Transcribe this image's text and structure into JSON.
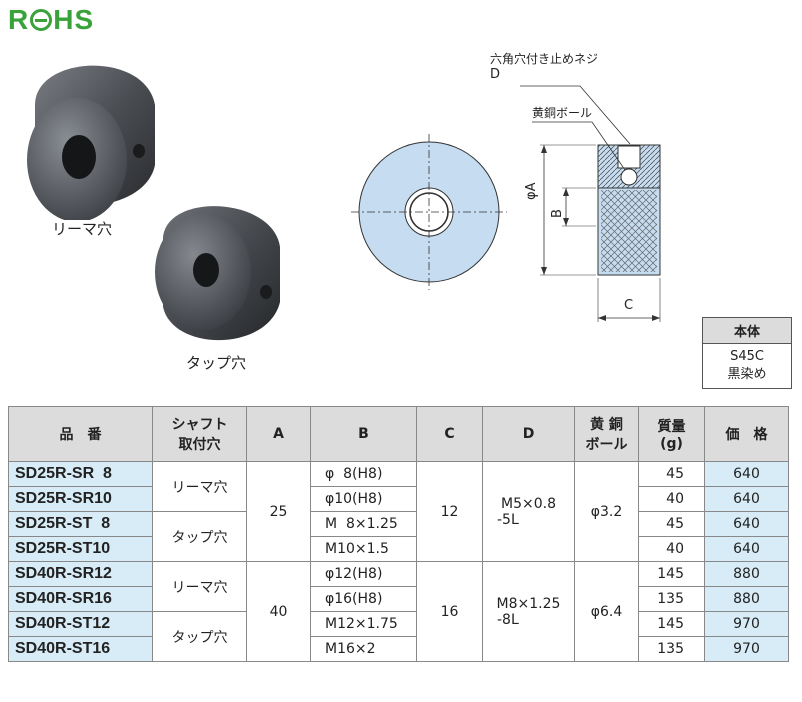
{
  "logo": {
    "text": "RoHS"
  },
  "photos": {
    "reamer_caption": "リーマ穴",
    "tap_caption": "タップ穴"
  },
  "drawing": {
    "label_hex_screw": "六角穴付き止めネジ",
    "label_d": "D",
    "label_brass_ball": "黄銅ボール",
    "label_a": "φA",
    "label_b": "B",
    "label_c": "C"
  },
  "material": {
    "header": "本体",
    "line1": "S45C",
    "line2": "黒染め"
  },
  "table": {
    "headers": {
      "part": "品　番",
      "shaft1": "シャフト",
      "shaft2": "取付穴",
      "a": "A",
      "b": "B",
      "c": "C",
      "d": "D",
      "ball1": "黄 銅",
      "ball2": "ボール",
      "mass1": "質量",
      "mass2": "(g)",
      "price": "価　格"
    },
    "rows": [
      {
        "part": "SD25R-SR  8",
        "b": "φ  8(H8)",
        "mass": "45",
        "price": "640"
      },
      {
        "part": "SD25R-SR10",
        "b": "φ10(H8)",
        "mass": "40",
        "price": "640"
      },
      {
        "part": "SD25R-ST  8",
        "b": "M  8×1.25",
        "mass": "45",
        "price": "640"
      },
      {
        "part": "SD25R-ST10",
        "b": "M10×1.5",
        "mass": "40",
        "price": "640"
      },
      {
        "part": "SD40R-SR12",
        "b": "φ12(H8)",
        "mass": "145",
        "price": "880"
      },
      {
        "part": "SD40R-SR16",
        "b": "φ16(H8)",
        "mass": "135",
        "price": "880"
      },
      {
        "part": "SD40R-ST12",
        "b": "M12×1.75",
        "mass": "145",
        "price": "970"
      },
      {
        "part": "SD40R-ST16",
        "b": "M16×2",
        "mass": "135",
        "price": "970"
      }
    ],
    "groups": {
      "shaft_reamer": "リーマ穴",
      "shaft_tap": "タップ穴",
      "a25": "25",
      "a40": "40",
      "c12": "12",
      "c16": "16",
      "d25_1": "M5×0.8",
      "d25_2": "-5L",
      "d40_1": "M8×1.25",
      "d40_2": "-8L",
      "ball25": "φ3.2",
      "ball40": "φ6.4"
    }
  }
}
